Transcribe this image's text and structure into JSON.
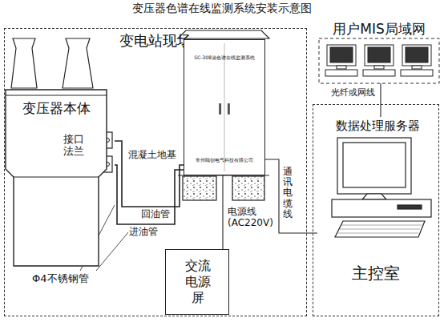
{
  "diagram": {
    "title": "变压器色谱在线监测系统安装示意图",
    "nodes": [
      {
        "text": [
          "变电站现场"
        ]
      },
      {
        "text": [
          "变压器本体"
        ],
        "in": 0
      },
      {
        "text": [
          "接口法兰"
        ],
        "in": 1
      },
      {
        "text": [
          "SC-308油色谱在线监测系统",
          "常州颐创电气科技有限公司"
        ],
        "in": 0
      },
      {
        "text": [
          "交流电源屏"
        ],
        "in": 0
      },
      {
        "text": [
          "用户MIS局域网"
        ]
      },
      {
        "text": [
          "主控室"
        ]
      },
      {
        "text": [
          "数据处理服务器"
        ],
        "in": 6
      }
    ],
    "edges": [
      {
        "from": 2,
        "to": 3,
        "arrow": "none",
        "label": "回油管"
      },
      {
        "from": 2,
        "to": 3,
        "arrow": "none",
        "label": "进油管"
      },
      {
        "from": 4,
        "to": 3,
        "arrow": "none",
        "label": "电源线 (AC220V)"
      },
      {
        "from": 3,
        "to": 7,
        "arrow": "none",
        "label": "通讯电缆线"
      },
      {
        "from": 7,
        "to": 5,
        "arrow": "none",
        "label": "光纤或网线"
      }
    ],
    "labels": [
      "混凝土地基",
      "Φ4不锈钢管"
    ]
  }
}
